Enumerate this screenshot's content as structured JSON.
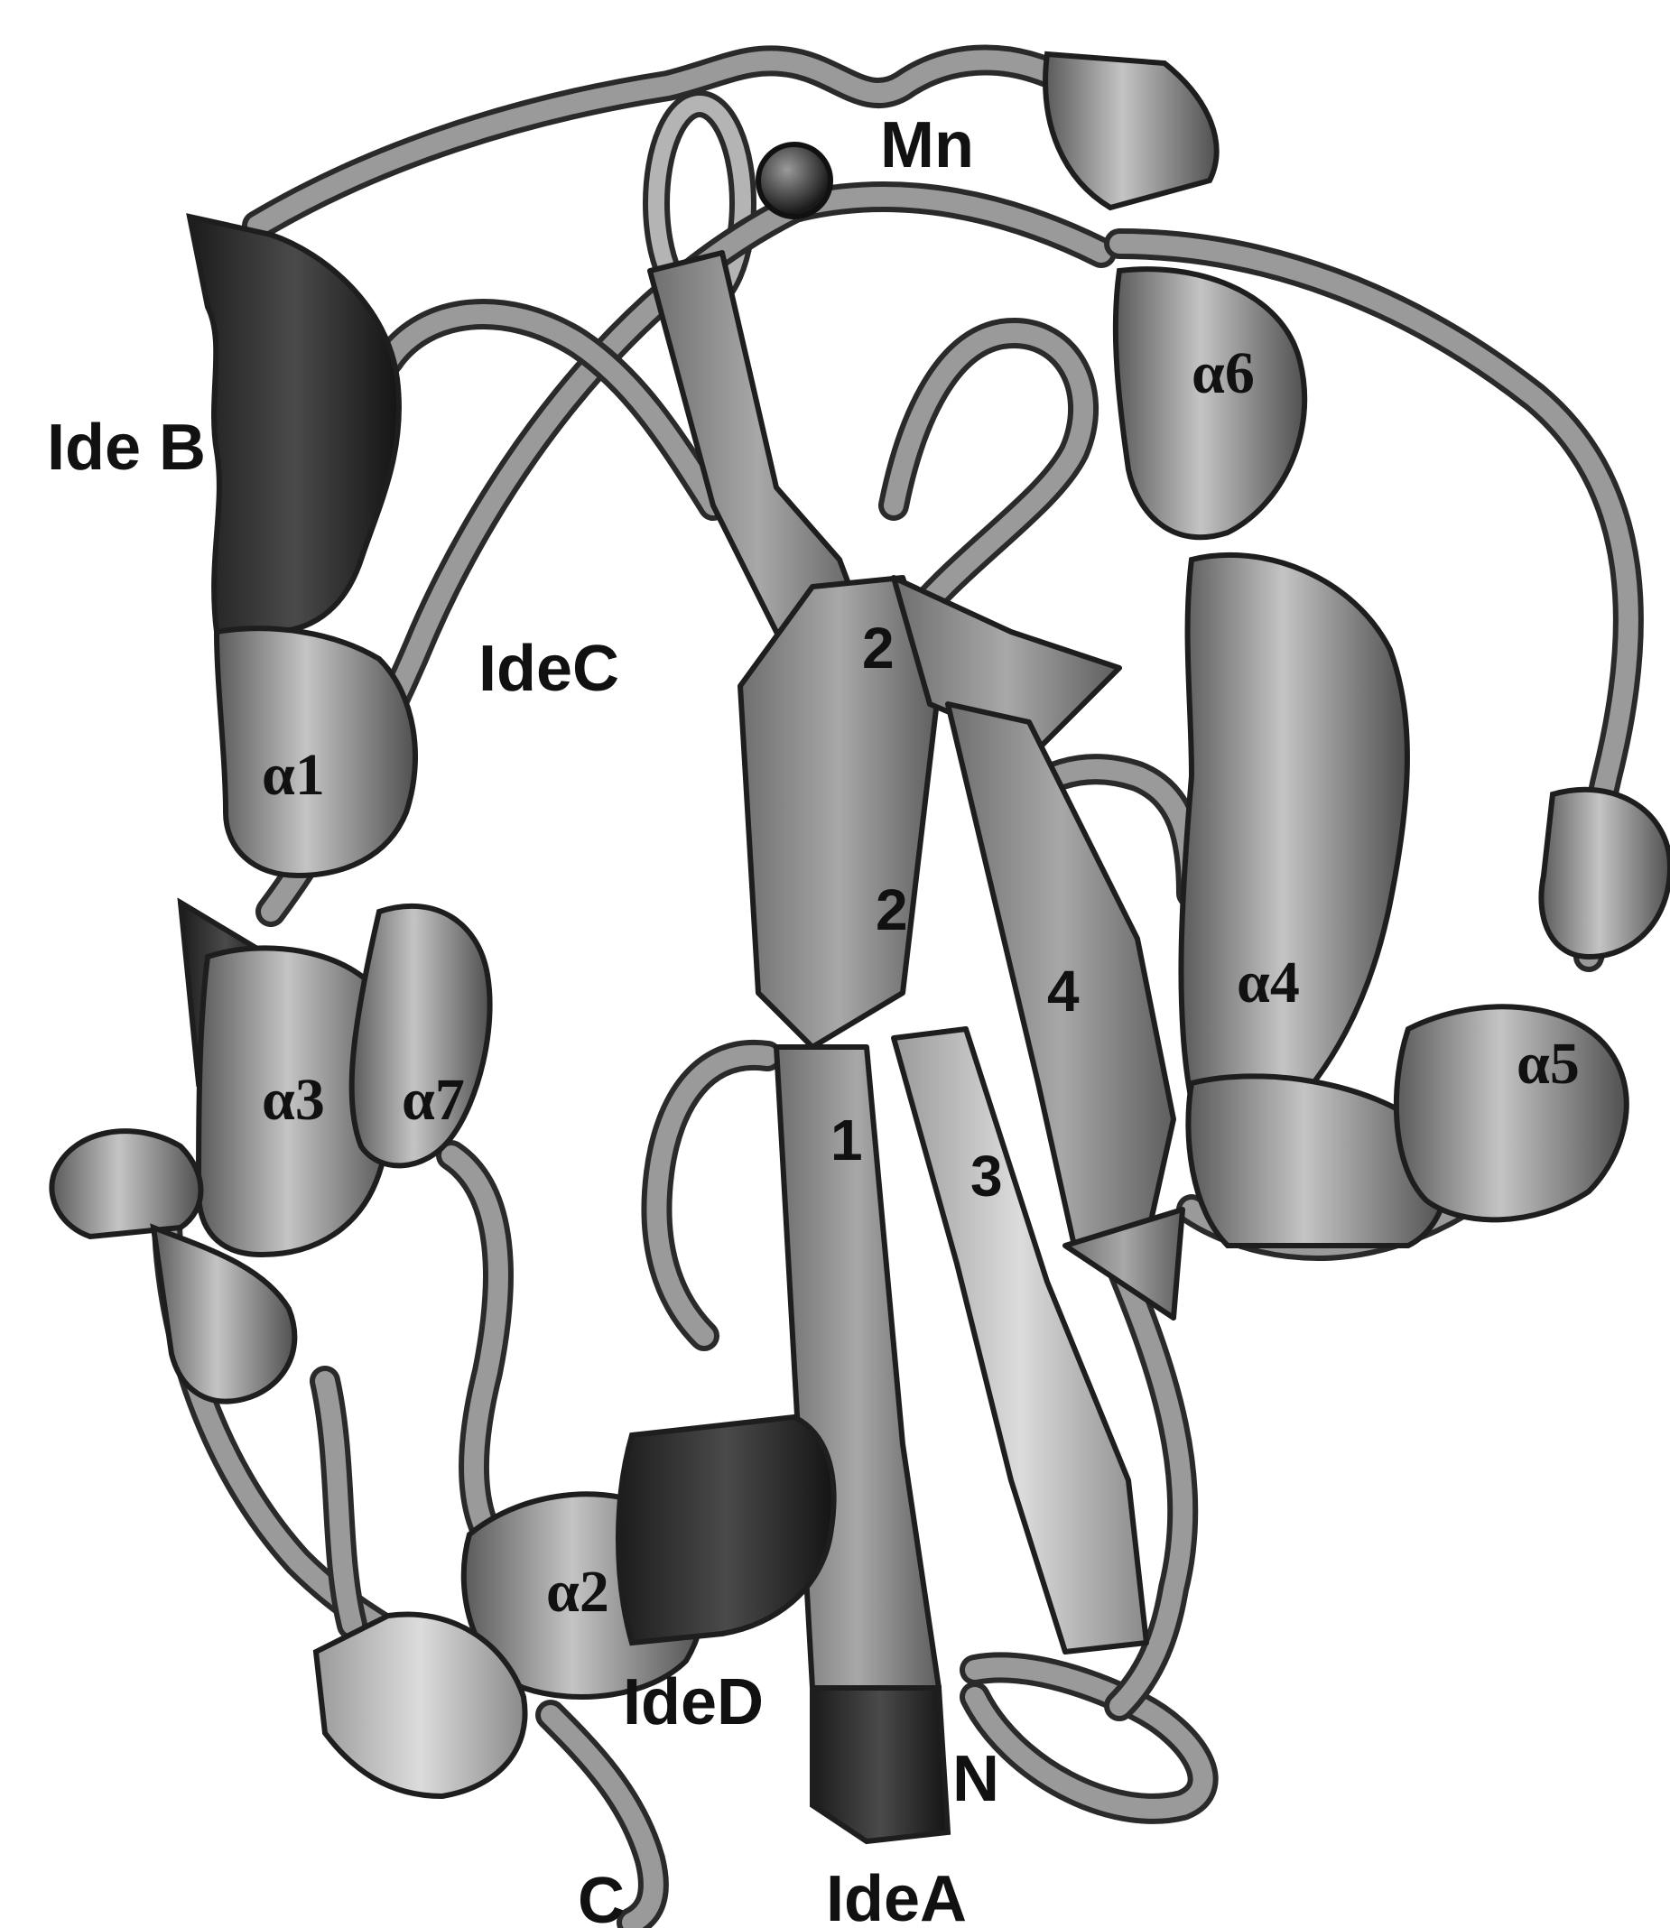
{
  "figure": {
    "labels": {
      "mn": "Mn",
      "ide_b": "Ide B",
      "ide_c": "IdeC",
      "ide_d": "IdeD",
      "ide_a": "IdeA",
      "n_terminus": "N",
      "c_terminus": "C",
      "alpha1": "α1",
      "alpha2": "α2",
      "alpha3": "α3",
      "alpha4": "α4",
      "alpha5": "α5",
      "alpha6": "α6",
      "alpha7": "α7",
      "strand_1": "1",
      "strand_2_top": "2",
      "strand_2_mid": "2",
      "strand_3": "3",
      "strand_4": "4"
    },
    "colors": {
      "background": "#ffffff",
      "ribbon_mid": "#8c8c8c",
      "ribbon_dark": "#3a3a3a",
      "ribbon_light": "#c8c8c8",
      "ink": "#111111"
    }
  }
}
